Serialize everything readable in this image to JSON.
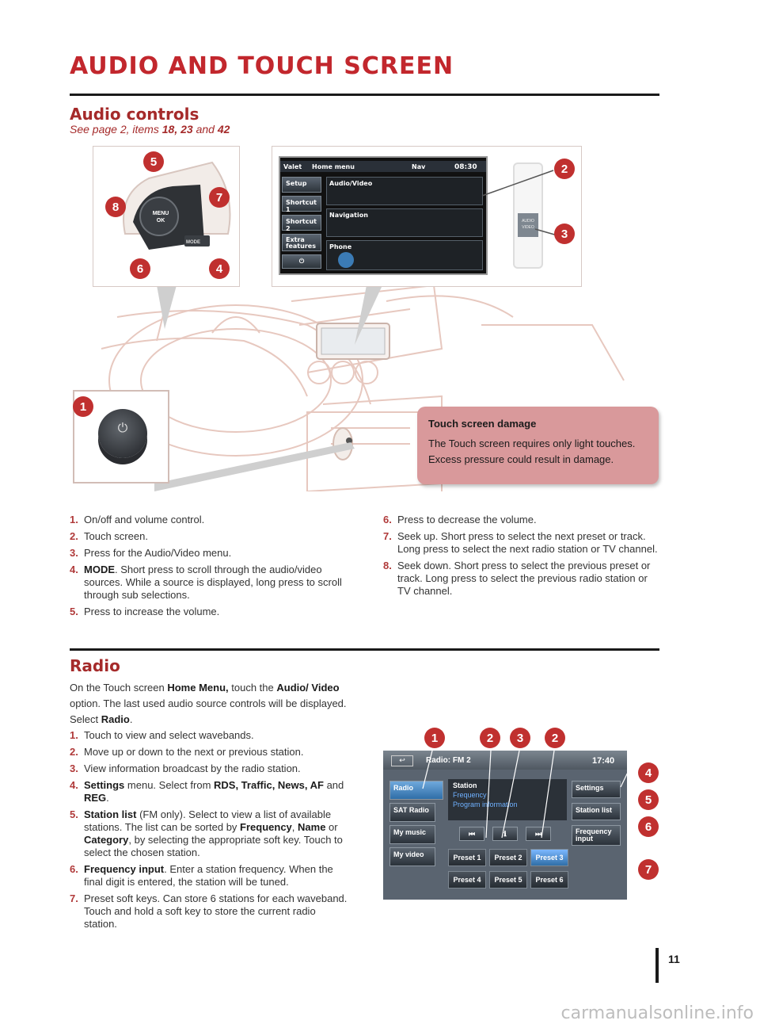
{
  "page": {
    "title": "AUDIO AND TOUCH SCREEN",
    "page_number": "11",
    "watermark": "carmanualsonline.info"
  },
  "audio_controls": {
    "title": "Audio controls",
    "subtitle_prefix": "See page 2, items ",
    "subtitle_items": "18, 23",
    "subtitle_and": " and ",
    "subtitle_last": "42",
    "callouts": [
      "1",
      "2",
      "3",
      "4",
      "5",
      "6",
      "7",
      "8"
    ],
    "wheel_labels": {
      "menu": "MENU",
      "ok": "OK",
      "mode": "MODE"
    },
    "audio_video_button": "AUDIO VIDEO",
    "home_screen": {
      "valet": "Valet",
      "home_menu": "Home menu",
      "nav": "Nav",
      "time": "08:30",
      "side_buttons": [
        "Setup",
        "Shortcut 1",
        "Shortcut 2",
        "Extra features"
      ],
      "tiles": [
        "Audio/Video",
        "Navigation",
        "Phone"
      ]
    },
    "warning": {
      "title": "Touch screen damage",
      "body": "The Touch screen requires only light touches. Excess pressure could result in damage."
    },
    "items_left": [
      {
        "num": "1.",
        "bold": "",
        "text": "On/off and volume control."
      },
      {
        "num": "2.",
        "bold": "",
        "text": "Touch screen."
      },
      {
        "num": "3.",
        "bold": "",
        "text": "Press for the Audio/Video menu."
      },
      {
        "num": "4.",
        "bold": "MODE",
        "text": ". Short press to scroll through the audio/video sources. While a source is displayed, long press to scroll through sub selections."
      },
      {
        "num": "5.",
        "bold": "",
        "text": "Press to increase the volume."
      }
    ],
    "items_right": [
      {
        "num": "6.",
        "bold": "",
        "text": "Press to decrease the volume."
      },
      {
        "num": "7.",
        "bold": "",
        "text": "Seek up. Short press to select the next preset or track. Long press to select the next radio station or TV channel."
      },
      {
        "num": "8.",
        "bold": "",
        "text": "Seek down. Short press to select the previous preset or track. Long press to select the previous radio station or TV channel."
      }
    ]
  },
  "radio": {
    "title": "Radio",
    "intro": {
      "t1": "On the Touch screen ",
      "b1": "Home Menu,",
      "t2": " touch the ",
      "b2": "Audio/ Video",
      "t3": " option. The last used audio source controls will be displayed. Select ",
      "b3": "Radio",
      "t4": "."
    },
    "items": [
      {
        "num": "1.",
        "parts": [
          "Touch to view and select wavebands."
        ]
      },
      {
        "num": "2.",
        "parts": [
          "Move up or down to the next or previous station."
        ]
      },
      {
        "num": "3.",
        "parts": [
          "View information broadcast by the radio station."
        ]
      },
      {
        "num": "4.",
        "b1": "Settings",
        "t1": " menu. Select from ",
        "b2": "RDS, Traffic, News, AF",
        "t2": " and ",
        "b3": "REG",
        "t3": "."
      },
      {
        "num": "5.",
        "b1": "Station list",
        "t1": " (FM only). Select to view a list of available stations. The list can be sorted by ",
        "b2": "Frequency",
        "t2": ", ",
        "b3": "Name",
        "t3": " or ",
        "b4": "Category",
        "t4": ", by selecting the appropriate soft key. Touch to select the chosen station."
      },
      {
        "num": "6.",
        "b1": "Frequency input",
        "t1": ". Enter a station frequency. When the final digit is entered, the station will be tuned."
      },
      {
        "num": "7.",
        "parts": [
          "Preset soft keys. Can store 6 stations for each waveband. Touch and hold a soft key to store the current radio station."
        ]
      }
    ],
    "screen": {
      "header": "Radio: FM 2",
      "time": "17:40",
      "left_buttons": [
        "Radio",
        "SAT Radio",
        "My music",
        "My video"
      ],
      "info_lines": [
        "Station",
        "Frequency",
        "Program information"
      ],
      "right_buttons": [
        "Settings",
        "Station list",
        "Frequency input"
      ],
      "presets": [
        "Preset 1",
        "Preset 2",
        "Preset 3",
        "Preset 4",
        "Preset 5",
        "Preset 6"
      ],
      "preset_indices": [
        "1",
        "2",
        "3",
        "4",
        "5",
        "6"
      ],
      "callouts": [
        "1",
        "2",
        "3",
        "2",
        "4",
        "5",
        "6",
        "7"
      ]
    }
  }
}
